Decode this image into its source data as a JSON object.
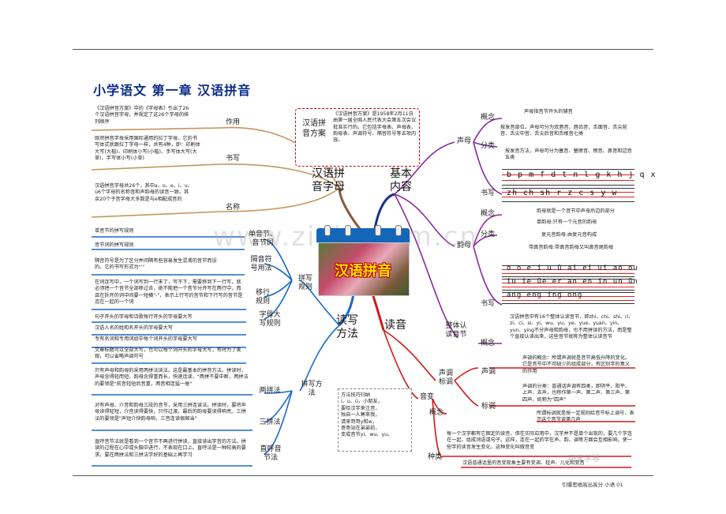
{
  "title": "小学语文  第一章  汉语拼音",
  "center": {
    "image_text": "汉语拼音"
  },
  "watermark": "www.zixin.com.cn",
  "footer": "引爆思维高出高分   小语   01",
  "stamp": "嗨享学导",
  "branches": {
    "hanyu_zimu": "汉语拼\n音字母",
    "jiben": "基本\n内容",
    "duxie": "读写\n方法",
    "duyin": "读音"
  },
  "callout": {
    "head": "汉语拼\n音方案",
    "text": "《汉语拼音方案》是1958年2月11日由第一届全国人民代表大会第五次会议批准实行的。它包括字母表、声母表、韵母表、声调符号、隔音符号等五项内容。"
  },
  "left_top": {
    "zuoyong": {
      "label": "作用",
      "text": "《汉语拼音方案》中的《字母表》引出了26个汉语拼音字母，并规定了这26个字母的排列顺序"
    },
    "shuxie": {
      "label": "书写",
      "text": "既然拼音字母采用国际通用的拉丁字母，它的书写体式就跟拉丁字母一样，共有4种，即：印刷体大写(大楷)、印刷体小写(小楷)、手写体大写(大草)、手写体小写(小草)"
    },
    "mingcheng": {
      "label": "名称",
      "text": "汉语拼音字母共26个，其中a、o、e、i、u、ü6个字母的名称音和声韵母的读音一致。其余20个子音字母大多数是与e相配成音的"
    }
  },
  "left_bottom": {
    "pinxie_guize": "拼写\n规则",
    "pinxie_fangfa": "拼写方\n法",
    "items": [
      {
        "label": "单音节、\n音节词",
        "texts": [
          "单音节的拼写规则",
          "音节词的拼写规则"
        ]
      },
      {
        "label": "隔音符\n号用法",
        "texts": [
          "隔音符号是为了区分并间隔有些容易发生混淆的音节而设的。它的书写形式为\"'\""
        ]
      },
      {
        "label": "移行\n规则",
        "texts": [
          "在词连写中，一个词写到一行末了，写不下，需要移到下一行写，就必须把一个音节全部移过去，绝不能把一个音节分开写在两行中，而且在拆开的词中间要一短横\"-\"，表示上行写的音节和下行写的音节是连在一起的一个词"
        ]
      },
      {
        "label": "字母大\n写规则",
        "texts": [
          "句子开头的字母和诗歌每行开头的字母要大写",
          "汉语人名的姓和名开头的字母要大写",
          "专有名词和专用词组中每个词开头的字母要大写",
          "文章标题可以全部大写，也可以每个词开头的字母大写，有时为了美观，可以省略声调符号"
        ]
      }
    ],
    "methods": [
      {
        "label": "两拼法",
        "text": "只有声母和韵母的采用两拼法读法。这是最基本的拼音方法。拼读时，声母念得轻而短，韵母念得重而长，快速连读，\"两拼不要中断，两拼法的要领是\"前音轻短后音重，两音相连猛一碰\""
      },
      {
        "label": "三拼法",
        "text": "对有声母、介音和韵母三段的音节，采用三拼连读法。拼读时，要将声母读得轻短，介音读得要快，只作过渡，最后的韵母要读得响亮。三拼法的要领是\"声短介快韵母响，三音连读很顺当\""
      },
      {
        "label": "直呼音\n节法",
        "text": "直呼音节法就是看到一个音节不再进行拼读，直接读出字音的方法。拼读的过程在心中或头脑中进行，不表现在口上。直呼法是一种较高的要求，要在两拼法和三拼法学好的基础上再学习"
      }
    ]
  },
  "tips": {
    "text": "方法技巧归纳\ni、u、ü，小朋友，\n要给汉字来注音，\n独自一人寒来我，\n请来哥哥y和w，\n哥哥站在弟弟前，\n变成音节yi、wu、yu。"
  },
  "shengmu": {
    "label": "声母",
    "gainian": {
      "label": "概念",
      "text": "声母指音节开头的辅音"
    },
    "fenlei": {
      "label": "分类",
      "texts": [
        "按发音部位，声母可分为双唇音、唇齿音、舌面音、舌尖前音、舌尖中音、舌尖后音和舌根音七类",
        "按发音方法，声母可分为塞音、塞擦音、擦音、鼻音和边音五类"
      ]
    },
    "shuxie": {
      "label": "书写",
      "rows": [
        "b p m f d t n l g k h j q x",
        "zh ch sh r z c s y w"
      ]
    }
  },
  "yunmu": {
    "label": "韵母",
    "gainian": {
      "label": "概念",
      "text": "韵母就是一个音节中声母后边的部分"
    },
    "fenlei": {
      "label": "分类",
      "texts": [
        "单韵母:只有一个元音的韵母",
        "复元音韵母:由复元音构成",
        "带鼻音韵母:带鼻音韵母又叫鼻音尾韵母"
      ]
    },
    "shuxie": {
      "label": "书写",
      "rows": [
        "ɑ o e i u ü ai ei ui ao ou",
        "iu ie üe er an en in un ün",
        "ang eng ing ong"
      ]
    }
  },
  "zhengti": {
    "label": "整体认\n读音节",
    "gainian": {
      "label": "概念",
      "text": "汉语拼音中有16个整体认读音节，即zhi、chi、shi、ri、zi、ci、si、yi、wu、yu、ye、yue、yuan、yin、yun、ying不分声母和韵母，也不用拼读的方法，而是整个直接认读出来，这些音节就称为整体认读音节"
    }
  },
  "shengdiao": {
    "label": "声调\n标调",
    "sd": {
      "label": "声调",
      "texts": [
        "声调的概念：所谓声调就是音节高低升降的变化。它是音节中不可缺少的组成部分，有区别字的意义的作用",
        "声调的分类：普通话声调有四类，即阴平、阳平、上声、去声，也称作第一声、第二声、第三声、第四声，统称为\"四声\""
      ]
    },
    "bd": {
      "label": "标调",
      "text": "所谓标调就是按一定规则给音节标上调号，表示这个音节读第几声"
    }
  },
  "yinbian": {
    "label": "音变",
    "gainian": {
      "label": "概念",
      "text": "每一个汉字都有它固定的读音，但在实际应用中，汉字并不是单个出现的，要几个字连在一起，组成词语或句子。这样，连在一起的字在声、韵、调等方面会互相影响，使一些字的读音发生变化，这种变化叫做音变"
    },
    "zhonglei": {
      "label": "种类",
      "text": "汉语普通话里的音变现象主要有变调、轻声、儿化和变音"
    }
  }
}
